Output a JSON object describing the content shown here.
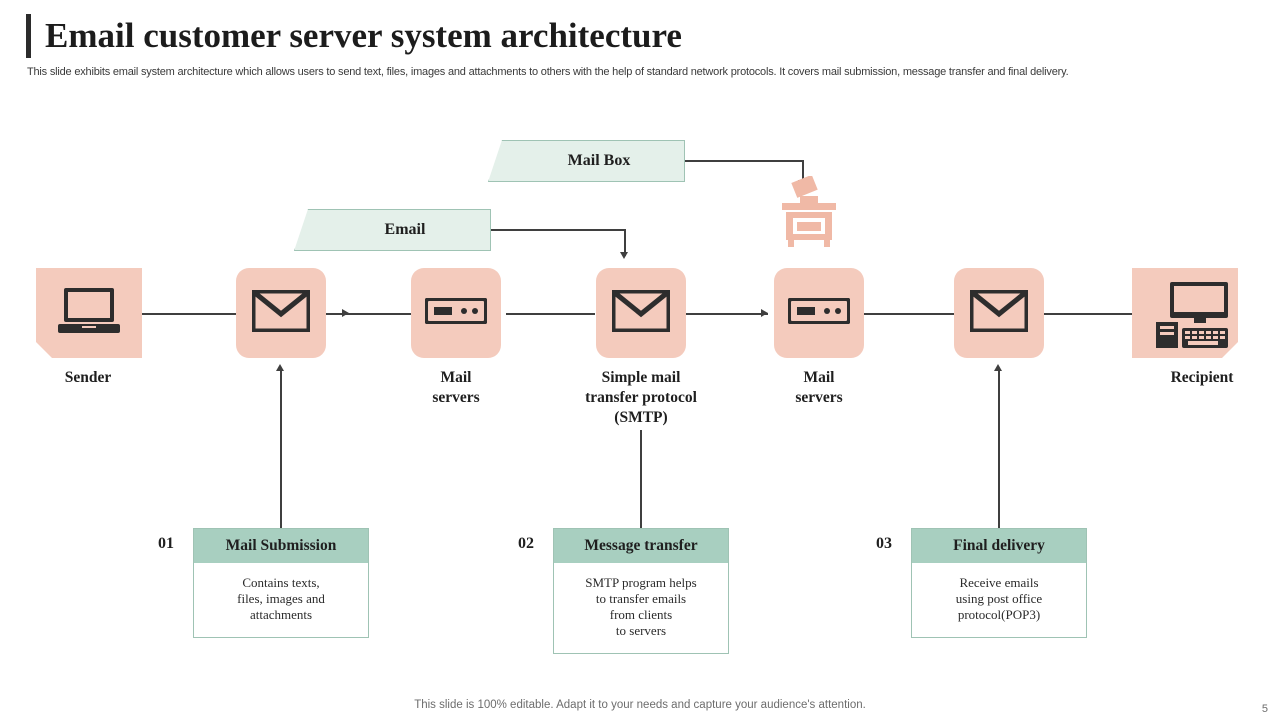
{
  "header": {
    "title": "Email customer server system architecture",
    "subtitle": "This slide exhibits email system architecture which allows users to send text, files, images and attachments to others with the help of standard network protocols. It covers mail submission, message transfer and final delivery."
  },
  "banners": [
    {
      "label": "Mail Box"
    },
    {
      "label": "Email"
    }
  ],
  "nodes": [
    {
      "label": "Sender",
      "icon": "laptop-icon"
    },
    {
      "label": "",
      "icon": "envelope-icon"
    },
    {
      "label": "Mail\nservers",
      "label_line1": "Mail",
      "label_line2": "servers",
      "icon": "server-icon"
    },
    {
      "label": "Simple mail transfer protocol (SMTP)",
      "label_line1": "Simple mail",
      "label_line2": "transfer protocol",
      "label_line3": "(SMTP)",
      "icon": "envelope-icon"
    },
    {
      "label": "Mail servers",
      "label_line1": "Mail",
      "label_line2": "servers",
      "icon": "server-icon"
    },
    {
      "label": "",
      "icon": "envelope-icon"
    },
    {
      "label": "Recipient",
      "icon": "desktop-computer-icon"
    }
  ],
  "mailbox_icon": "mailbox-icon",
  "steps": [
    {
      "number": "01",
      "title": "Mail Submission",
      "body_lines": [
        "Contains texts,",
        "files, images and",
        "attachments"
      ]
    },
    {
      "number": "02",
      "title": "Message  transfer",
      "body_lines": [
        "SMTP program helps",
        "to transfer emails",
        "from clients",
        "to servers"
      ]
    },
    {
      "number": "03",
      "title": "Final delivery",
      "body_lines": [
        "Receive  emails",
        "using post office",
        "protocol(POP3)"
      ]
    }
  ],
  "footer": {
    "note": "This slide is 100% editable. Adapt it to your needs and capture your audience's attention.",
    "page_number": "5"
  },
  "colors": {
    "tile": "#f4cbbd",
    "banner_fill": "#e4f0ea",
    "banner_border": "#9fc3b4",
    "card_head": "#a8cfc0",
    "line": "#3f3f3f",
    "title": "#1c1c1c"
  }
}
